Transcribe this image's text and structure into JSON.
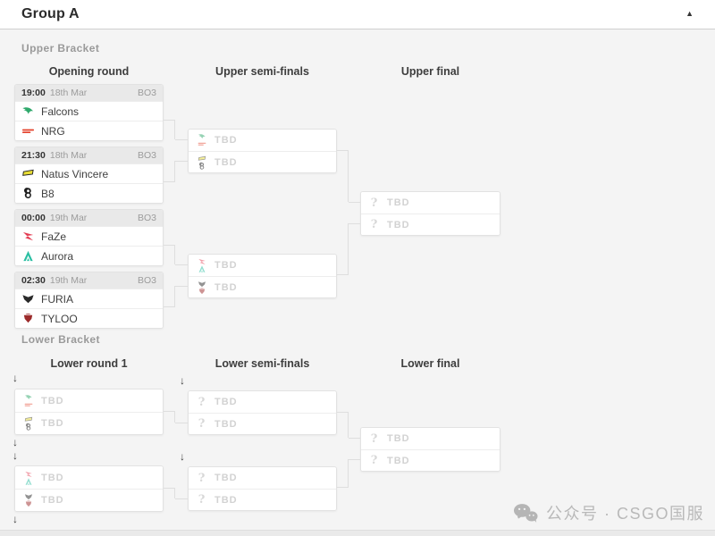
{
  "header": {
    "title": "Group A",
    "collapse_icon": "▲"
  },
  "upper_bracket": {
    "label": "Upper Bracket",
    "columns": [
      "Opening round",
      "Upper semi-finals",
      "Upper final"
    ],
    "opening_matches": [
      {
        "time": "19:00",
        "date": "18th Mar",
        "format": "BO3",
        "teams": [
          {
            "name": "Falcons",
            "logo": "falcons"
          },
          {
            "name": "NRG",
            "logo": "nrg"
          }
        ]
      },
      {
        "time": "21:30",
        "date": "18th Mar",
        "format": "BO3",
        "teams": [
          {
            "name": "Natus Vincere",
            "logo": "navi"
          },
          {
            "name": "B8",
            "logo": "b8"
          }
        ]
      },
      {
        "time": "00:00",
        "date": "19th Mar",
        "format": "BO3",
        "teams": [
          {
            "name": "FaZe",
            "logo": "faze"
          },
          {
            "name": "Aurora",
            "logo": "aurora"
          }
        ]
      },
      {
        "time": "02:30",
        "date": "19th Mar",
        "format": "BO3",
        "teams": [
          {
            "name": "FURIA",
            "logo": "furia"
          },
          {
            "name": "TYLOO",
            "logo": "tyloo"
          }
        ]
      }
    ],
    "semi_finals": [
      {
        "slots": [
          {
            "label": "TBD",
            "possible": [
              "falcons",
              "nrg"
            ]
          },
          {
            "label": "TBD",
            "possible": [
              "navi",
              "b8"
            ]
          }
        ]
      },
      {
        "slots": [
          {
            "label": "TBD",
            "possible": [
              "faze",
              "aurora"
            ]
          },
          {
            "label": "TBD",
            "possible": [
              "furia",
              "tyloo"
            ]
          }
        ]
      }
    ],
    "final": {
      "slots": [
        {
          "label": "TBD"
        },
        {
          "label": "TBD"
        }
      ]
    }
  },
  "lower_bracket": {
    "label": "Lower Bracket",
    "columns": [
      "Lower round 1",
      "Lower semi-finals",
      "Lower final"
    ],
    "round_1": [
      {
        "slots": [
          {
            "label": "TBD",
            "possible": [
              "falcons",
              "nrg"
            ]
          },
          {
            "label": "TBD",
            "possible": [
              "navi",
              "b8"
            ]
          }
        ]
      },
      {
        "slots": [
          {
            "label": "TBD",
            "possible": [
              "faze",
              "aurora"
            ]
          },
          {
            "label": "TBD",
            "possible": [
              "furia",
              "tyloo"
            ]
          }
        ]
      }
    ],
    "semi_finals": [
      {
        "slots": [
          {
            "label": "TBD"
          },
          {
            "label": "TBD"
          }
        ]
      },
      {
        "slots": [
          {
            "label": "TBD"
          },
          {
            "label": "TBD"
          }
        ]
      }
    ],
    "final": {
      "slots": [
        {
          "label": "TBD"
        },
        {
          "label": "TBD"
        }
      ]
    }
  },
  "icons": {
    "drop_arrow": "↓",
    "tbd_question": "?"
  },
  "team_colors": {
    "falcons": "#2fa96c",
    "nrg": "#e4402a",
    "navi": "#e8dd35",
    "b8": "#1c1c1c",
    "faze": "#e43d53",
    "aurora": "#2bbfa3",
    "furia": "#2a2a2a",
    "tyloo": "#9c2b2b"
  },
  "watermark": {
    "text": "公众号 · CSGO国服"
  }
}
